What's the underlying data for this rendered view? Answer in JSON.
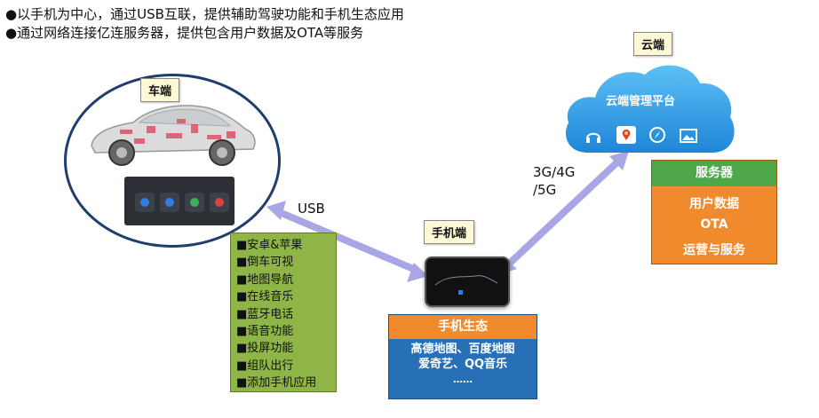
{
  "bullets": [
    "●以手机为中心，通过USB互联，提供辅助驾驶功能和手机生态应用",
    "●通过网络连接亿连服务器，提供包含用户数据及OTA等服务"
  ],
  "car": {
    "label": "车端"
  },
  "phone": {
    "label": "手机端"
  },
  "cloud": {
    "label": "云端",
    "platform": "云端管理平台"
  },
  "links": {
    "usb": "USB",
    "network_line1": "3G/4G",
    "network_line2": "/5G"
  },
  "features": [
    "安卓&苹果",
    "倒车可视",
    "地图导航",
    "在线音乐",
    "蓝牙电话",
    "语音功能",
    "投屏功能",
    "组队出行",
    "添加手机应用"
  ],
  "ecosystem": {
    "title": "手机生态",
    "line1": "高德地图、百度地图",
    "line2": "爱奇艺、QQ音乐",
    "line3": "……"
  },
  "server": {
    "title": "服务器",
    "items": [
      "用户数据",
      "OTA",
      "运营与服务"
    ]
  },
  "colors": {
    "circle_border": "#203d6e",
    "feature_bg": "#8eb545",
    "eco_bg": "#2770b8",
    "eco_header": "#f08a2c",
    "server_bg": "#f08a2c",
    "server_header": "#4ea84a",
    "cloud": "#2a9be8",
    "arrow": "#a9a6e6",
    "label_bg": "#fdf8d6"
  },
  "icons": [
    "car-icon",
    "headphones-icon",
    "map-pin-icon",
    "compass-icon",
    "image-icon"
  ]
}
